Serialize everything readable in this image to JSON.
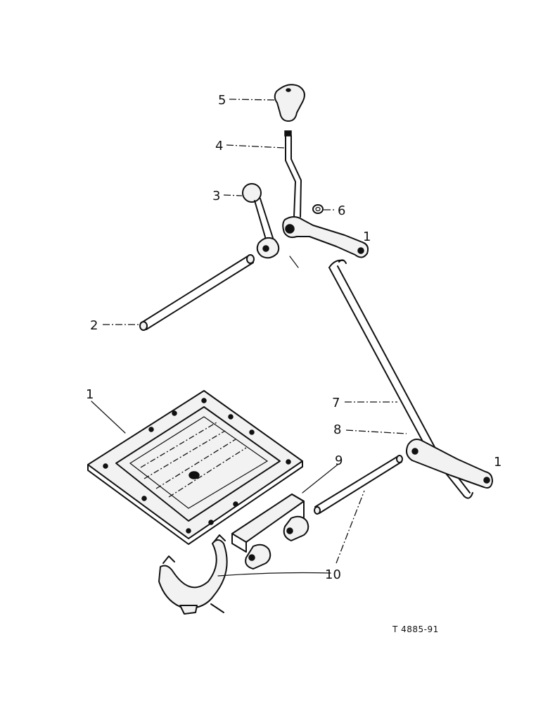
{
  "callouts": {
    "c1": "1",
    "c2": "2",
    "c3": "3",
    "c4": "4",
    "c5": "5",
    "c6": "6",
    "c7": "7",
    "c8": "8",
    "c9": "9",
    "c10": "10",
    "c1b": "1",
    "c1c": "1"
  },
  "reference_code": "T 4885-91"
}
